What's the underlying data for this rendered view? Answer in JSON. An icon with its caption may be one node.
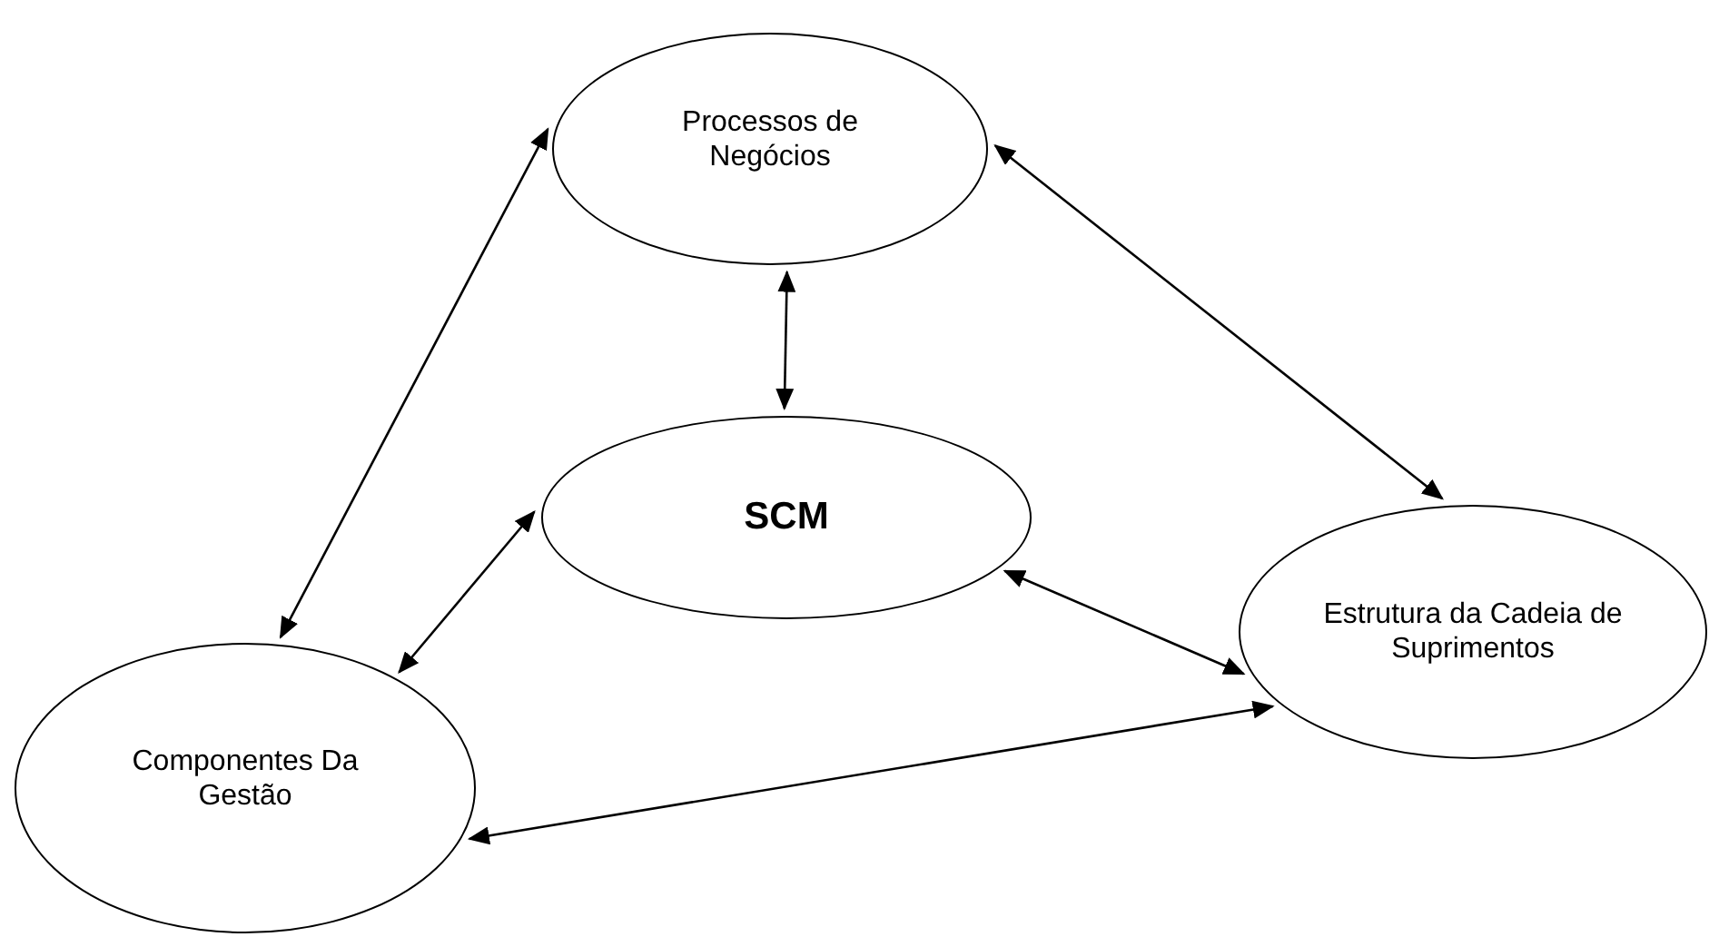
{
  "diagram": {
    "nodes": [
      {
        "text": [
          "Processos de Negócios"
        ]
      },
      {
        "text": [
          "SCM"
        ]
      },
      {
        "text": [
          "Estrutura da Cadeia de Suprimentos"
        ]
      },
      {
        "text": [
          "Componentes Da Gestão"
        ]
      }
    ],
    "edges": [
      {
        "from": 0,
        "to": 1,
        "arrow": "both"
      },
      {
        "from": 0,
        "to": 2,
        "arrow": "both"
      },
      {
        "from": 0,
        "to": 3,
        "arrow": "both"
      },
      {
        "from": 1,
        "to": 2,
        "arrow": "both"
      },
      {
        "from": 1,
        "to": 3,
        "arrow": "both"
      },
      {
        "from": 3,
        "to": 2,
        "arrow": "both"
      }
    ]
  }
}
